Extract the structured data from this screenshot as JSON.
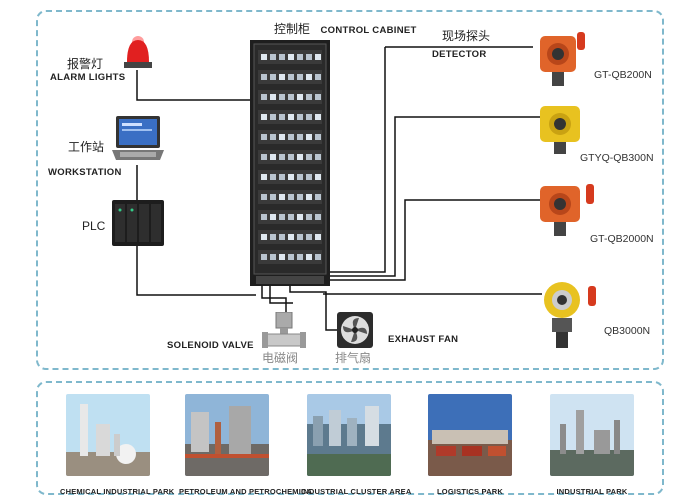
{
  "cabinet": {
    "cn": "控制柜",
    "en": "CONTROL CABINET"
  },
  "detector": {
    "cn": "现场探头",
    "en": "DETECTOR"
  },
  "alarm": {
    "cn": "报警灯",
    "en": "ALARM LIGHTS"
  },
  "workstation": {
    "cn": "工作站",
    "en": "WORKSTATION"
  },
  "plc": {
    "label": "PLC"
  },
  "solenoid": {
    "en": "SOLENOID VALVE",
    "cn": "电磁阀"
  },
  "fan": {
    "en": "EXHAUST FAN",
    "cn": "排气扇"
  },
  "sensors": [
    {
      "model": "GT-QB200N",
      "color": "#e0642a"
    },
    {
      "model": "GTYQ-QB300N",
      "color": "#e8c220"
    },
    {
      "model": "GT-QB2000N",
      "color": "#e0642a"
    },
    {
      "model": "QB3000N",
      "color": "#e8c220"
    }
  ],
  "parks": [
    {
      "label": "CHEMICAL INDUSTRIAL PARK"
    },
    {
      "label": "PETROLEUM AND PETROCHEMICA"
    },
    {
      "label": "INDUSTRIAL CLUSTER AREA"
    },
    {
      "label": "LOGISTICS PARK"
    },
    {
      "label": "INDUSTRIAL PARK"
    }
  ],
  "colors": {
    "border": "#7fb8cc",
    "wire": "#111111"
  }
}
